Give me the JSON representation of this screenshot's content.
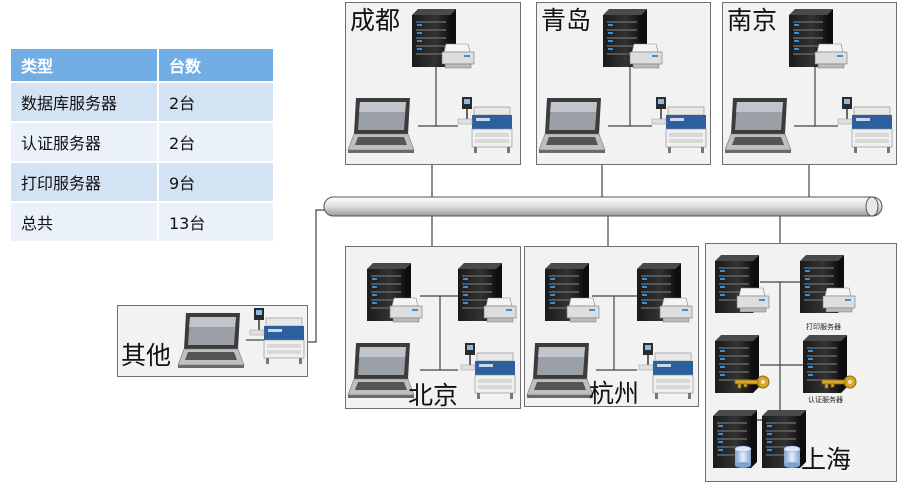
{
  "table": {
    "headers": [
      "类型",
      "台数"
    ],
    "rows": [
      {
        "type": "数据库服务器",
        "count": "2台"
      },
      {
        "type": "认证服务器",
        "count": "2台"
      },
      {
        "type": "打印服务器",
        "count": "9台"
      },
      {
        "type": "总共",
        "count": "13台"
      }
    ]
  },
  "sites": {
    "chengdu": "成都",
    "qingdao": "青岛",
    "nanjing": "南京",
    "beijing": "北京",
    "hangzhou": "杭州",
    "shanghai": "上海",
    "other": "其他"
  },
  "shanghai_devices": {
    "print_server_label": "打印服务器",
    "auth_server_label": "认证服务器"
  },
  "colors": {
    "table_header": "#72aee6",
    "table_row_odd": "#d4e3f4",
    "table_row_even": "#eaf1fa",
    "box_bg": "#f2f2f2",
    "server_led": "#3a8fd8",
    "printer_blue": "#2d5f9e"
  }
}
